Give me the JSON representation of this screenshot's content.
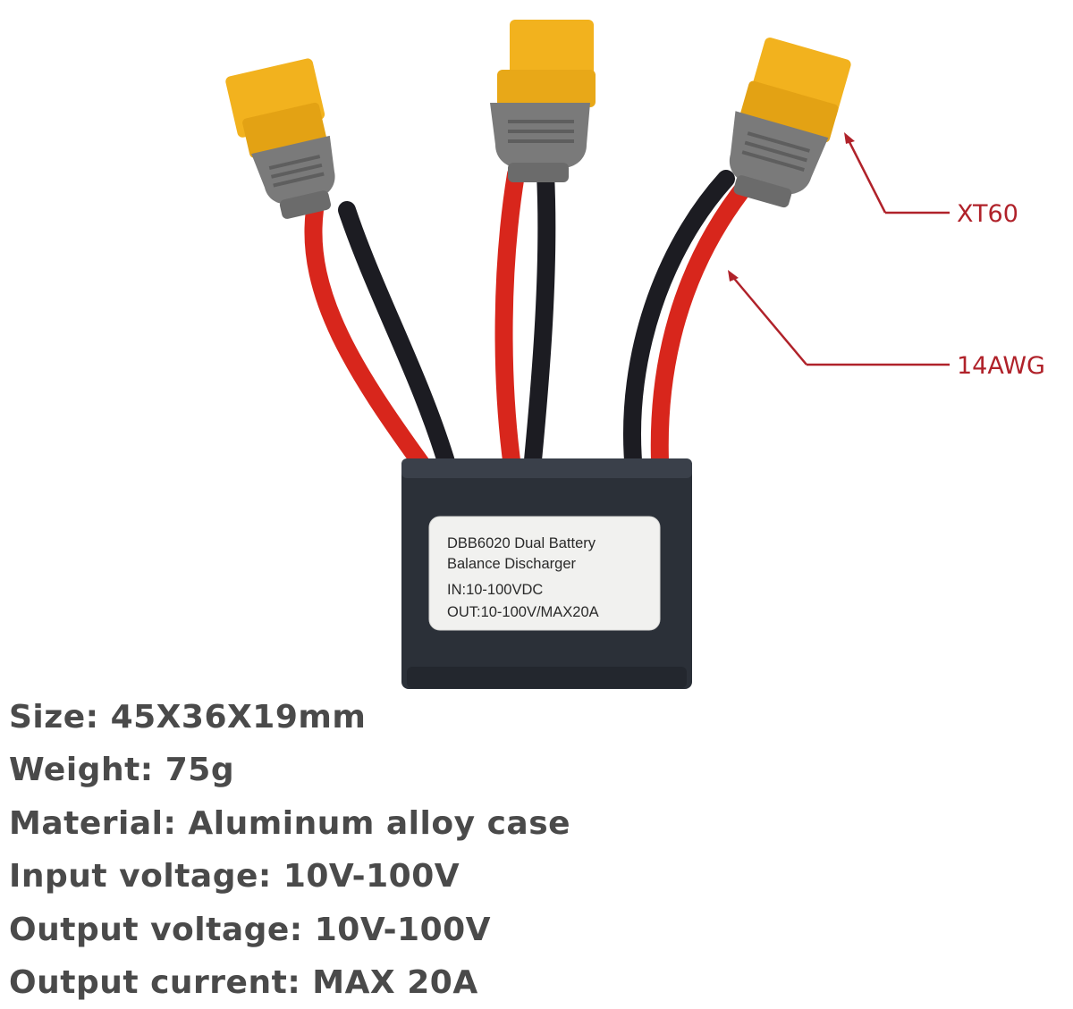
{
  "callouts": {
    "connector_label": "XT60",
    "wire_label": "14AWG"
  },
  "sticker": {
    "line1": "DBB6020 Dual Battery",
    "line2": "Balance Discharger",
    "line3": "IN:10-100VDC",
    "line4": "OUT:10-100V/MAX20A"
  },
  "specs": [
    "Size: 45X36X19mm",
    "Weight: 75g",
    "Material: Aluminum alloy case",
    "Input voltage: 10V-100V",
    "Output voltage: 10V-100V",
    "Output current: MAX 20A"
  ],
  "colors": {
    "connector_yellow": "#f2b21e",
    "connector_grey": "#7a7a7a",
    "wire_red": "#d8261c",
    "wire_black": "#1c1c22",
    "case": "#2b3038",
    "callout_red": "#b0222a",
    "spec_text": "#4a4a4a"
  }
}
